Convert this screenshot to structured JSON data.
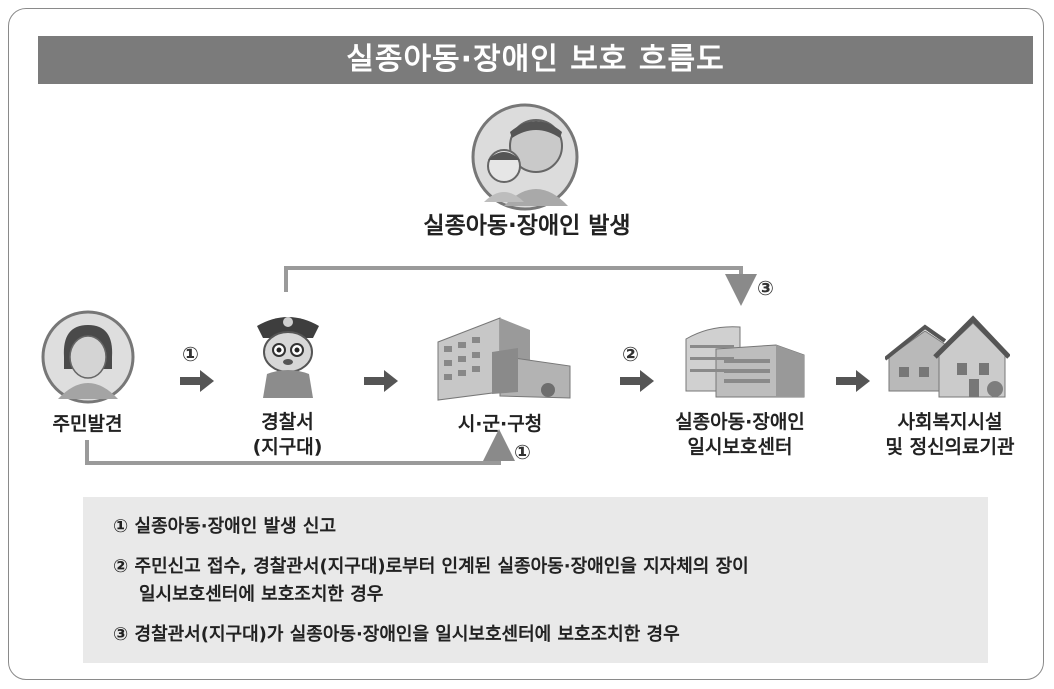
{
  "title": "실종아동·장애인 보호 흐름도",
  "source": {
    "label": "실종아동·장애인 발생"
  },
  "nodes": {
    "resident": {
      "label": "주민발견"
    },
    "police": {
      "line1": "경찰서",
      "line2": "(지구대)"
    },
    "city": {
      "label": "시·군·구청"
    },
    "center": {
      "line1": "실종아동·장애인",
      "line2": "일시보호센터"
    },
    "welfare": {
      "line1": "사회복지시설",
      "line2": "및 정신의료기관"
    }
  },
  "arrows": {
    "step1_top": "①",
    "step1_bottom": "①",
    "step2": "②",
    "step3": "③"
  },
  "notes": {
    "n1": "① 실종아동·장애인 발생 신고",
    "n2_line1": "② 주민신고 접수, 경찰관서(지구대)로부터 인계된 실종아동·장애인을 지자체의 장이",
    "n2_line2": "일시보호센터에 보호조치한 경우",
    "n3": "③ 경찰관서(지구대)가 실종아동·장애인을 일시보호센터에 보호조치한 경우"
  }
}
